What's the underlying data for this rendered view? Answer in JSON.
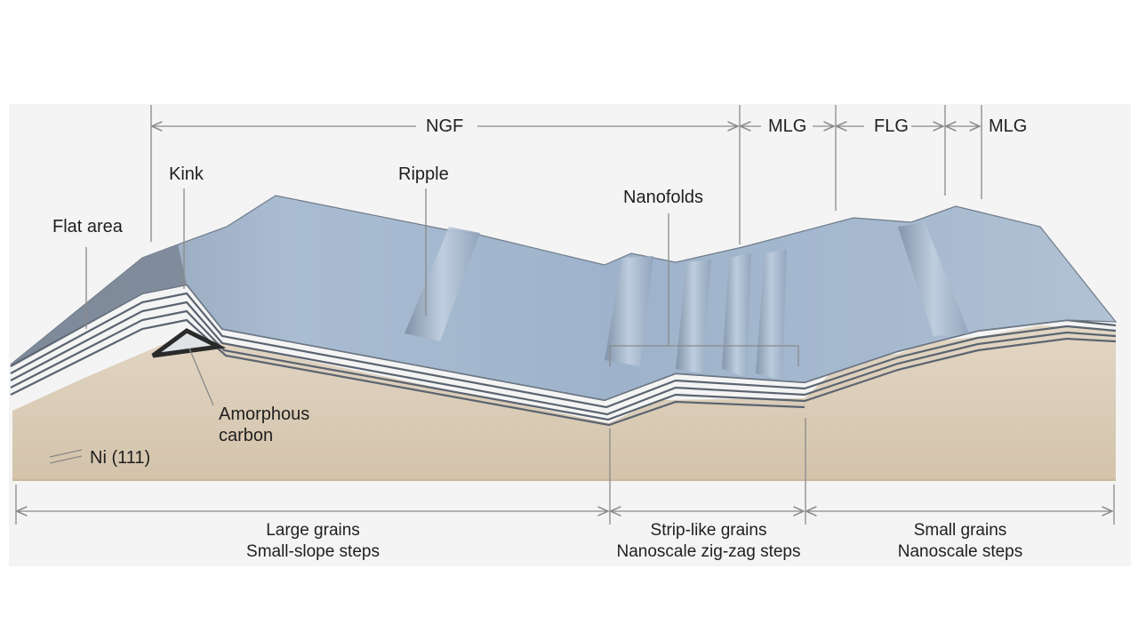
{
  "top_segments": {
    "ngf": "NGF",
    "mlg_left": "MLG",
    "flg": "FLG",
    "mlg_right": "MLG"
  },
  "features": {
    "flat_area": "Flat area",
    "kink": "Kink",
    "ripple": "Ripple",
    "nanofolds": "Nanofolds",
    "amorphous_carbon_line1": "Amorphous",
    "amorphous_carbon_line2": "carbon",
    "substrate": "Ni (111)"
  },
  "bottom_regions": [
    {
      "line1": "Large grains",
      "line2": "Small-slope steps"
    },
    {
      "line1": "Strip-like grains",
      "line2": "Nanoscale zig-zag steps"
    },
    {
      "line1": "Small grains",
      "line2": "Nanoscale steps"
    }
  ],
  "colors": {
    "substrate": "#d9cbb6",
    "film_top": "#9fb2c8",
    "film_edge": "#5f6a76",
    "carbon": "#2a2a2a",
    "line": "#8a8a8a"
  }
}
